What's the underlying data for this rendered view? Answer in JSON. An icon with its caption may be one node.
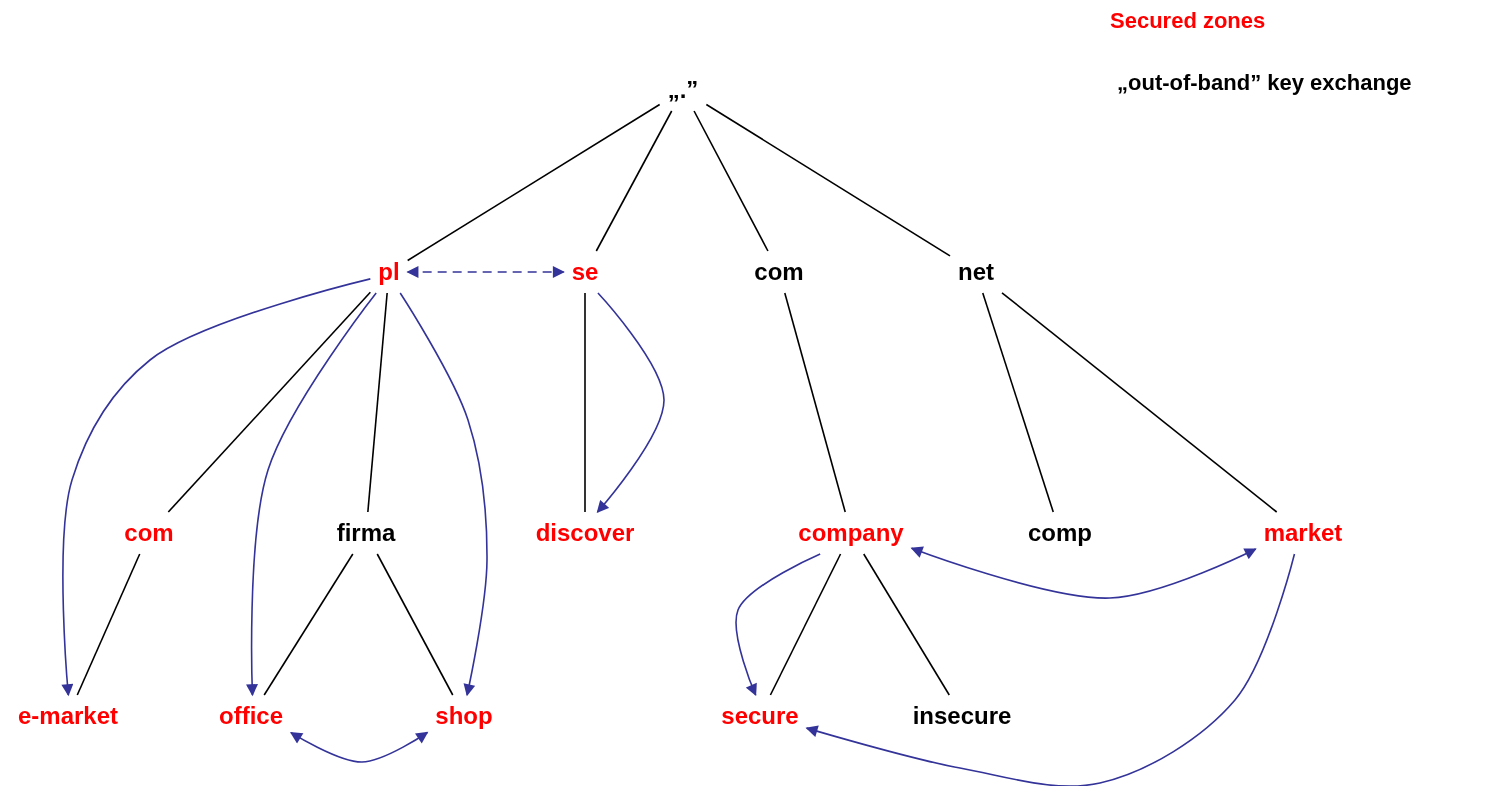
{
  "diagram": {
    "nodes": [
      {
        "text": [
          "„.”"
        ]
      },
      {
        "text": [
          "pl"
        ]
      },
      {
        "text": [
          "se"
        ]
      },
      {
        "text": [
          "com"
        ]
      },
      {
        "text": [
          "net"
        ]
      },
      {
        "text": [
          "com"
        ]
      },
      {
        "text": [
          "firma"
        ]
      },
      {
        "text": [
          "discover"
        ]
      },
      {
        "text": [
          "company"
        ]
      },
      {
        "text": [
          "comp"
        ]
      },
      {
        "text": [
          "market"
        ]
      },
      {
        "text": [
          "e-market"
        ]
      },
      {
        "text": [
          "office"
        ]
      },
      {
        "text": [
          "shop"
        ]
      },
      {
        "text": [
          "secure"
        ]
      },
      {
        "text": [
          "insecure"
        ]
      }
    ],
    "edges": [
      {
        "from": 0,
        "to": 1,
        "arrow": "none"
      },
      {
        "from": 0,
        "to": 2,
        "arrow": "none"
      },
      {
        "from": 0,
        "to": 3,
        "arrow": "none"
      },
      {
        "from": 0,
        "to": 4,
        "arrow": "none"
      },
      {
        "from": 1,
        "to": 5,
        "arrow": "none"
      },
      {
        "from": 1,
        "to": 6,
        "arrow": "none"
      },
      {
        "from": 2,
        "to": 7,
        "arrow": "none"
      },
      {
        "from": 3,
        "to": 8,
        "arrow": "none"
      },
      {
        "from": 4,
        "to": 9,
        "arrow": "none"
      },
      {
        "from": 4,
        "to": 10,
        "arrow": "none"
      },
      {
        "from": 5,
        "to": 11,
        "arrow": "none"
      },
      {
        "from": 6,
        "to": 12,
        "arrow": "none"
      },
      {
        "from": 6,
        "to": 13,
        "arrow": "none"
      },
      {
        "from": 8,
        "to": 14,
        "arrow": "none"
      },
      {
        "from": 8,
        "to": 15,
        "arrow": "none"
      },
      {
        "from": 1,
        "to": 2,
        "arrow": "both",
        "style": "dashed",
        "color": "#333399"
      },
      {
        "from": 1,
        "to": 11,
        "arrow": "to",
        "color": "#333399"
      },
      {
        "from": 1,
        "to": 12,
        "arrow": "to",
        "color": "#333399"
      },
      {
        "from": 1,
        "to": 13,
        "arrow": "to",
        "color": "#333399"
      },
      {
        "from": 2,
        "to": 7,
        "arrow": "to",
        "color": "#333399"
      },
      {
        "from": 8,
        "to": 10,
        "arrow": "both",
        "color": "#333399"
      },
      {
        "from": 8,
        "to": 14,
        "arrow": "to",
        "color": "#333399"
      },
      {
        "from": 10,
        "to": 14,
        "arrow": "to",
        "color": "#333399"
      },
      {
        "from": 12,
        "to": 13,
        "arrow": "both",
        "color": "#333399"
      }
    ],
    "labels": [
      "Secured zones",
      "„out-of-band” key exchange"
    ]
  }
}
